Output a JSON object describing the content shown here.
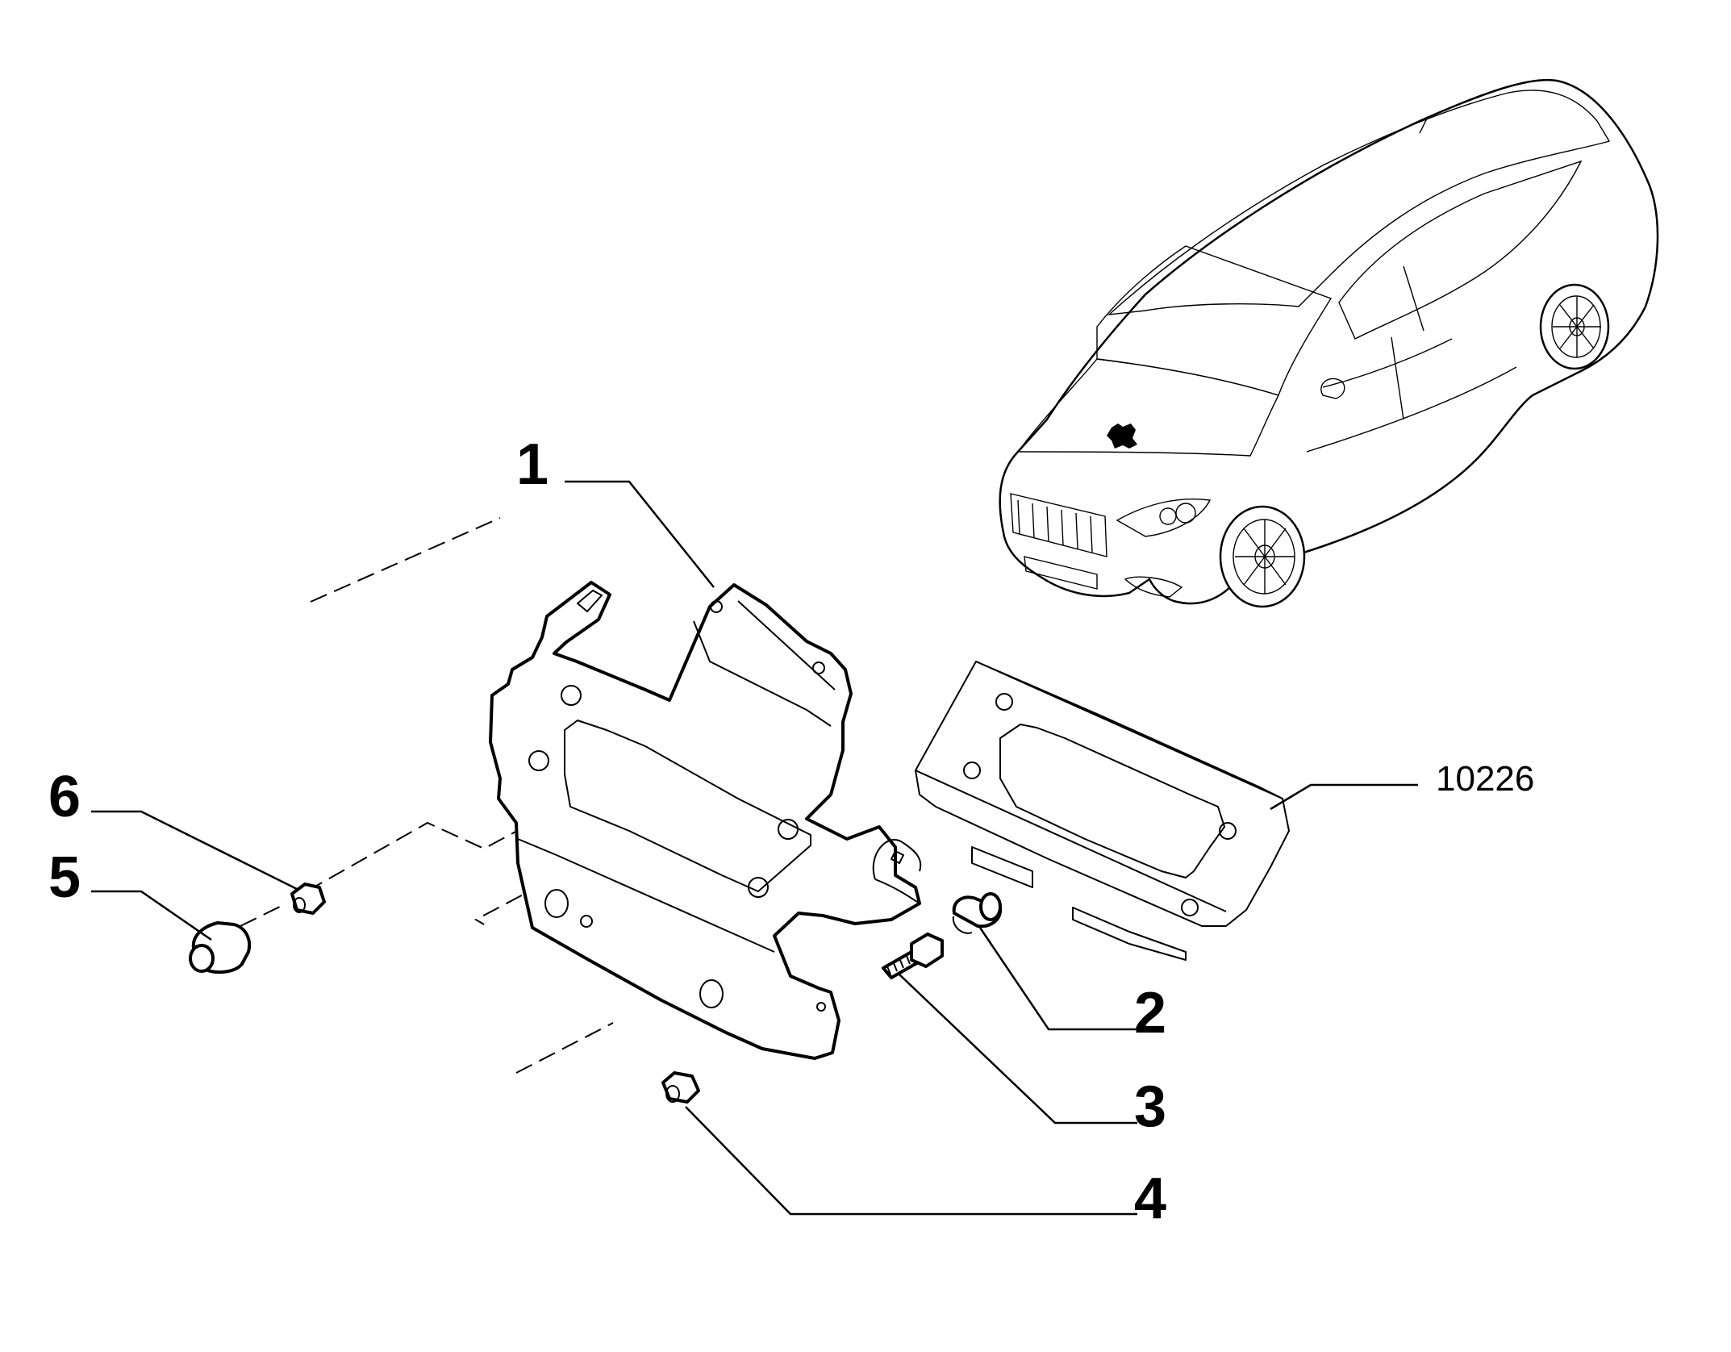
{
  "diagram": {
    "reference_number": "10226",
    "callouts": [
      {
        "id": "1",
        "label": "1"
      },
      {
        "id": "2",
        "label": "2"
      },
      {
        "id": "3",
        "label": "3"
      },
      {
        "id": "4",
        "label": "4"
      },
      {
        "id": "5",
        "label": "5"
      },
      {
        "id": "6",
        "label": "6"
      }
    ]
  }
}
